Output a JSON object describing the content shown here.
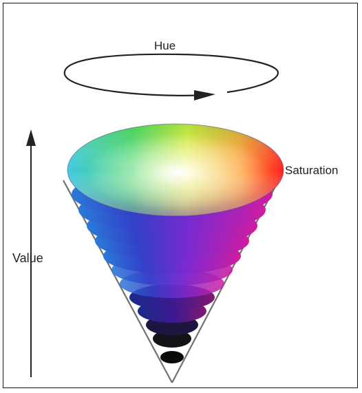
{
  "diagram": {
    "labels": {
      "hue": "Hue",
      "saturation": "Saturation",
      "value": "Value"
    },
    "colors": {
      "frame": "#111111",
      "arrow": "#222222",
      "cone_outline": "#6e6e6e"
    }
  }
}
